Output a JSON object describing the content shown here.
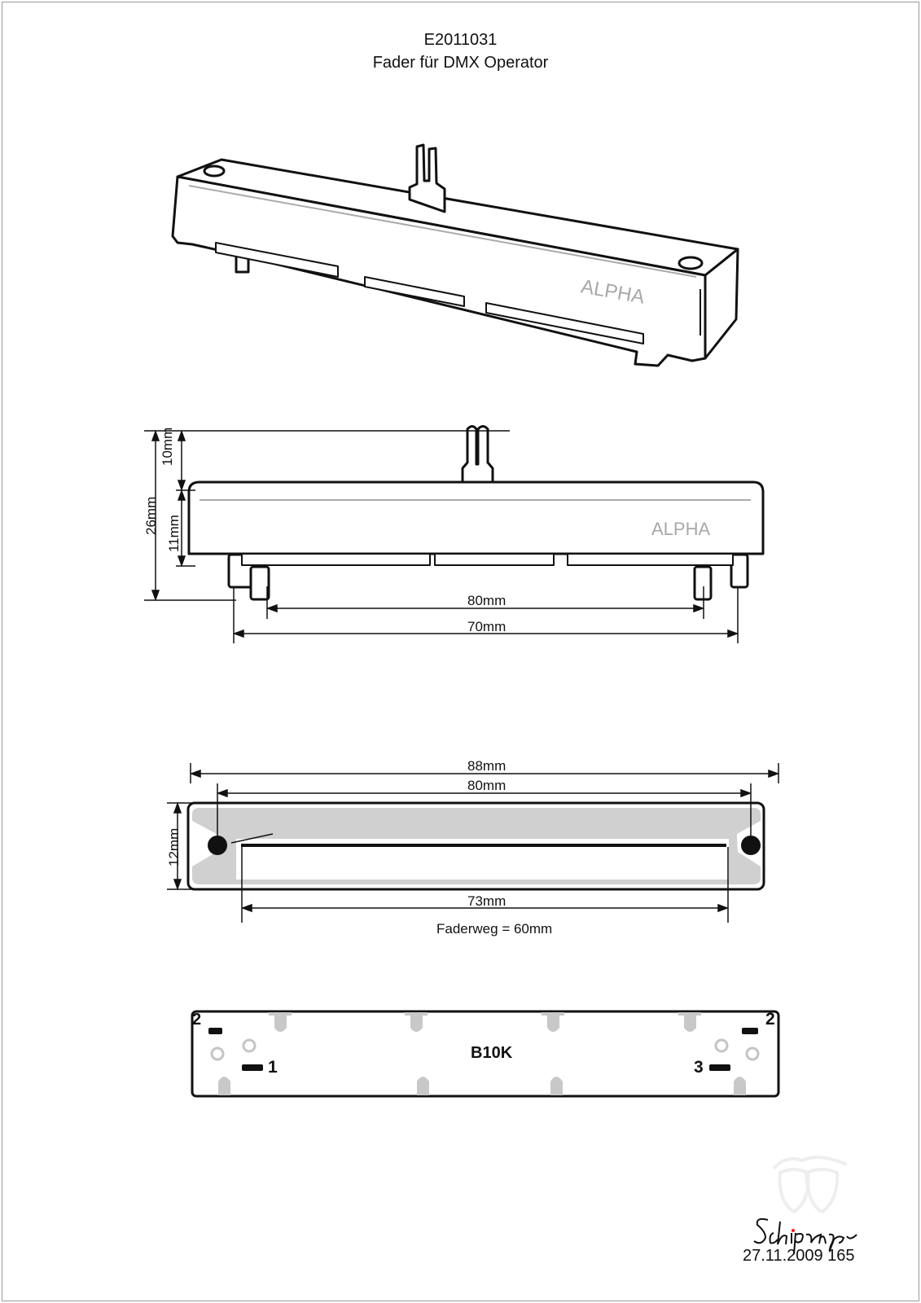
{
  "header": {
    "part_number": "E2011031",
    "description": "Fader für DMX Operator"
  },
  "iso_view": {
    "brand": "ALPHA"
  },
  "side_view": {
    "brand": "ALPHA",
    "dim_lever": "10mm",
    "dim_body": "11mm",
    "dim_total_height": "26mm",
    "dim_inner_pins": "80mm",
    "dim_outer_pins": "70mm"
  },
  "top_view": {
    "dim_length": "88mm",
    "dim_holes": "80mm",
    "dim_width": "12mm",
    "dim_slot": "73mm",
    "travel": "Faderweg = 60mm"
  },
  "bottom_view": {
    "value": "B10K",
    "pin_left_top": "2",
    "pin_left": "1",
    "pin_right_top": "2",
    "pin_right": "3"
  },
  "footer": {
    "signature": "Schipanger",
    "date_code": "27.11.2009  165"
  }
}
